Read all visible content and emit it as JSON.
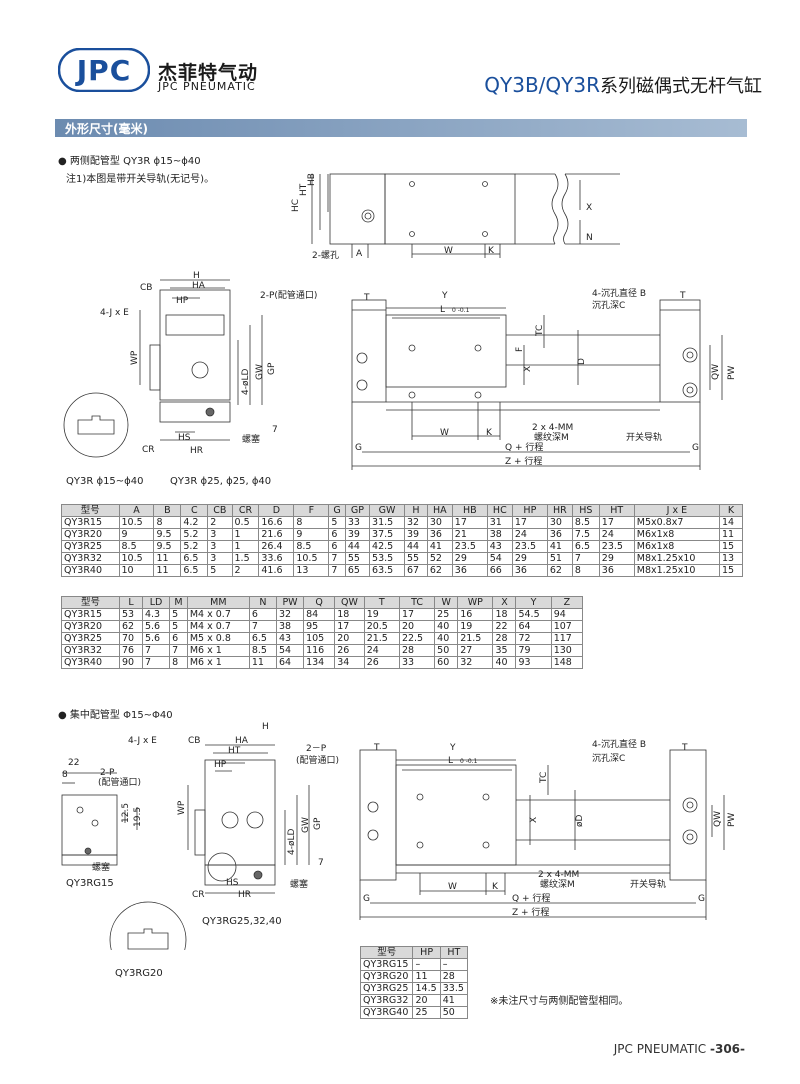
{
  "header": {
    "logo_letters": "JPC",
    "brand_cn": "杰菲特气动",
    "brand_en": "JPC PNEUMATIC",
    "series_code": "QY3B/QY3R",
    "series_cn": "系列磁偶式无杆气缸"
  },
  "section_title": "外形尺寸(毫米)",
  "part1": {
    "heading": "● 两侧配管型   QY3R  ϕ15~ϕ40",
    "note": "注1)本图是带开关导轨(无记号)。",
    "caption_left": "QY3R  ϕ15~ϕ40",
    "caption_right": "QY3R  ϕ25, ϕ25, ϕ40",
    "labels": {
      "HC": "HC",
      "HT": "HT",
      "HB": "HB",
      "X": "X",
      "N": "N",
      "A": "A",
      "W": "W",
      "K": "K",
      "screw2": "2-螺孔",
      "H": "H",
      "CB": "CB",
      "HA": "HA",
      "HP": "HP",
      "JxE": "4-J x E",
      "port": "2-P(配管通口)",
      "WP": "WP",
      "LD": "4-øLD",
      "GW": "GW",
      "GP": "GP",
      "seven": "7",
      "CR": "CR",
      "HS": "HS",
      "HR": "HR",
      "plug": "螺塞",
      "T": "T",
      "Y": "Y",
      "L": "L",
      "Ltol": "0 -0.1",
      "TC": "TC",
      "F": "F",
      "D": "D",
      "sink": "4-沉孔直径  B",
      "sinkdepth": "沉孔深C",
      "QW": "QW",
      "PW": "PW",
      "mm": "2 x 4-MM",
      "mmdepth": "螺纹深M",
      "rail": "开关导轨",
      "G": "G",
      "Q": "Q + 行程",
      "Z": "Z + 行程"
    }
  },
  "table1": {
    "headers": [
      "型号",
      "A",
      "B",
      "C",
      "CB",
      "CR",
      "D",
      "F",
      "G",
      "GP",
      "GW",
      "H",
      "HA",
      "HB",
      "HC",
      "HP",
      "HR",
      "HS",
      "HT",
      "J x E",
      "K"
    ],
    "rows": [
      [
        "QY3R15",
        "10.5",
        "8",
        "4.2",
        "2",
        "0.5",
        "16.6",
        "8",
        "5",
        "33",
        "31.5",
        "32",
        "30",
        "17",
        "31",
        "17",
        "30",
        "8.5",
        "17",
        "M5x0.8x7",
        "14"
      ],
      [
        "QY3R20",
        "9",
        "9.5",
        "5.2",
        "3",
        "1",
        "21.6",
        "9",
        "6",
        "39",
        "37.5",
        "39",
        "36",
        "21",
        "38",
        "24",
        "36",
        "7.5",
        "24",
        "M6x1x8",
        "11"
      ],
      [
        "QY3R25",
        "8.5",
        "9.5",
        "5.2",
        "3",
        "1",
        "26.4",
        "8.5",
        "6",
        "44",
        "42.5",
        "44",
        "41",
        "23.5",
        "43",
        "23.5",
        "41",
        "6.5",
        "23.5",
        "M6x1x8",
        "15"
      ],
      [
        "QY3R32",
        "10.5",
        "11",
        "6.5",
        "3",
        "1.5",
        "33.6",
        "10.5",
        "7",
        "55",
        "53.5",
        "55",
        "52",
        "29",
        "54",
        "29",
        "51",
        "7",
        "29",
        "M8x1.25x10",
        "13"
      ],
      [
        "QY3R40",
        "10",
        "11",
        "6.5",
        "5",
        "2",
        "41.6",
        "13",
        "7",
        "65",
        "63.5",
        "67",
        "62",
        "36",
        "66",
        "36",
        "62",
        "8",
        "36",
        "M8x1.25x10",
        "15"
      ]
    ]
  },
  "table2": {
    "headers": [
      "型号",
      "L",
      "LD",
      "M",
      "MM",
      "N",
      "PW",
      "Q",
      "QW",
      "T",
      "TC",
      "W",
      "WP",
      "X",
      "Y",
      "Z"
    ],
    "rows": [
      [
        "QY3R15",
        "53",
        "4.3",
        "5",
        "M4 x 0.7",
        "6",
        "32",
        "84",
        "18",
        "19",
        "17",
        "25",
        "16",
        "18",
        "54.5",
        "94"
      ],
      [
        "QY3R20",
        "62",
        "5.6",
        "5",
        "M4 x 0.7",
        "7",
        "38",
        "95",
        "17",
        "20.5",
        "20",
        "40",
        "19",
        "22",
        "64",
        "107"
      ],
      [
        "QY3R25",
        "70",
        "5.6",
        "6",
        "M5 x 0.8",
        "6.5",
        "43",
        "105",
        "20",
        "21.5",
        "22.5",
        "40",
        "21.5",
        "28",
        "72",
        "117"
      ],
      [
        "QY3R32",
        "76",
        "7",
        "7",
        "M6 x 1",
        "8.5",
        "54",
        "116",
        "26",
        "24",
        "28",
        "50",
        "27",
        "35",
        "79",
        "130"
      ],
      [
        "QY3R40",
        "90",
        "7",
        "8",
        "M6 x 1",
        "11",
        "64",
        "134",
        "34",
        "26",
        "33",
        "60",
        "32",
        "40",
        "93",
        "148"
      ]
    ]
  },
  "part2": {
    "heading": "● 集中配管型   Φ15~Φ40",
    "label_rg15": "QY3RG15",
    "label_rg20": "QY3RG20",
    "label_rg2532": "QY3RG25,32,40",
    "labels": {
      "d22": "22",
      "d8": "8",
      "p2": "2-P",
      "port": "(配管通口)",
      "d125": "12.5",
      "d195": "19.5",
      "plug": "螺塞",
      "JxE": "4-J x E",
      "CB": "CB",
      "HA": "HA",
      "H": "H",
      "HT": "HT",
      "HP": "HP",
      "p2b": "2－P",
      "portb": "(配管通口)",
      "WP": "WP",
      "LD": "4-øLD",
      "GW": "GW",
      "GP": "GP",
      "seven": "7",
      "CR": "CR",
      "HS": "HS",
      "HR": "HR",
      "plugb": "螺塞",
      "T": "T",
      "Y": "Y",
      "L": "L",
      "Ltol": "0 -0.1",
      "TC": "TC",
      "X": "X",
      "D": "øD",
      "sink": "4-沉孔直径  B",
      "sinkdepth": "沉孔深C",
      "QW": "QW",
      "PW": "PW",
      "mm": "2 x 4-MM",
      "mmdepth": "螺纹深M",
      "rail": "开关导轨",
      "W": "W",
      "K": "K",
      "G": "G",
      "Q": "Q + 行程",
      "Z": "Z + 行程"
    }
  },
  "table3": {
    "headers": [
      "型号",
      "HP",
      "HT"
    ],
    "rows": [
      [
        "QY3RG15",
        "–",
        "–"
      ],
      [
        "QY3RG20",
        "11",
        "28"
      ],
      [
        "QY3RG25",
        "14.5",
        "33.5"
      ],
      [
        "QY3RG32",
        "20",
        "41"
      ],
      [
        "QY3RG40",
        "25",
        "50"
      ]
    ]
  },
  "note2": "※未注尺寸与两侧配管型相同。",
  "footer": {
    "brand": "JPC PNEUMATIC",
    "page": "-306-"
  },
  "colors": {
    "brand_blue": "#1a4f9c",
    "section_bar": "#7f9bbd",
    "table_header": "#d9d9d9"
  }
}
